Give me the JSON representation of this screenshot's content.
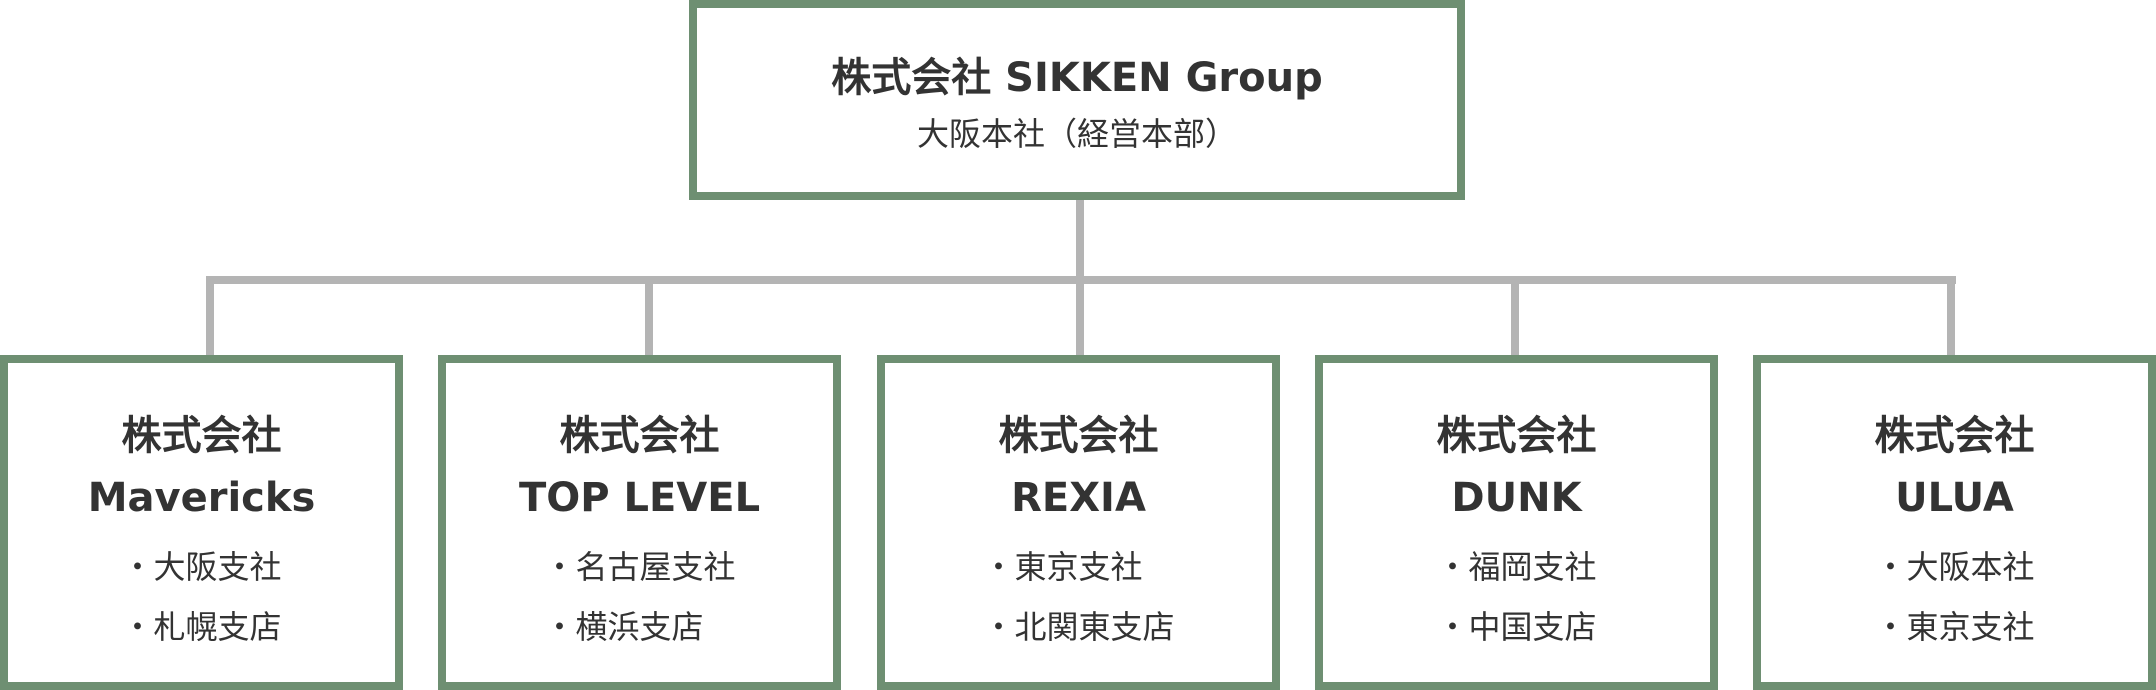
{
  "root": {
    "name": "株式会社 SIKKEN Group",
    "sub": "大阪本社（経営本部）"
  },
  "companies": [
    {
      "prefix": "株式会社",
      "name": "Mavericks",
      "offices": [
        "大阪支社",
        "札幌支店"
      ]
    },
    {
      "prefix": "株式会社",
      "name": "TOP LEVEL",
      "offices": [
        "名古屋支社",
        "横浜支店"
      ]
    },
    {
      "prefix": "株式会社",
      "name": "REXIA",
      "offices": [
        "東京支社",
        "北関東支店"
      ]
    },
    {
      "prefix": "株式会社",
      "name": "DUNK",
      "offices": [
        "福岡支社",
        "中国支店"
      ]
    },
    {
      "prefix": "株式会社",
      "name": "ULUA",
      "offices": [
        "大阪本社",
        "東京支社"
      ]
    }
  ],
  "colors": {
    "border": "#6e8f72",
    "connector": "#b4b4b4",
    "text": "#333333"
  }
}
